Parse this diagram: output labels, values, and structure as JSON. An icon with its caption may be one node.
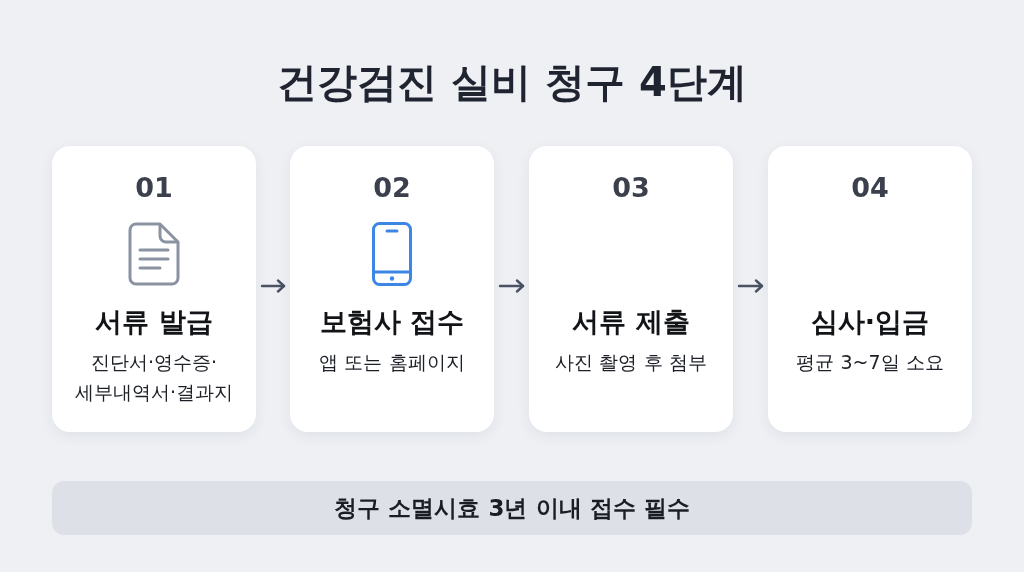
{
  "diagram": {
    "title": "건강검진 실비 청구 4단계",
    "nodes": [
      {
        "text": [
          "01",
          "서류 발급",
          "진단서·영수증· 세부내역서·결과지"
        ]
      },
      {
        "text": [
          "02",
          "보험사 접수",
          "앱 또는 홈페이지"
        ]
      },
      {
        "text": [
          "03",
          "서류 제출",
          "사진 촬영 후 첨부"
        ]
      },
      {
        "text": [
          "04",
          "심사·입금",
          "평균 3~7일 소요"
        ]
      },
      {
        "text": [
          "청구 소멸시효 3년 이내 접수 필수"
        ]
      }
    ],
    "edges": [
      {
        "from": 0,
        "to": 1,
        "arrow": "to"
      },
      {
        "from": 1,
        "to": 2,
        "arrow": "to"
      },
      {
        "from": 2,
        "to": 3,
        "arrow": "to"
      }
    ]
  }
}
